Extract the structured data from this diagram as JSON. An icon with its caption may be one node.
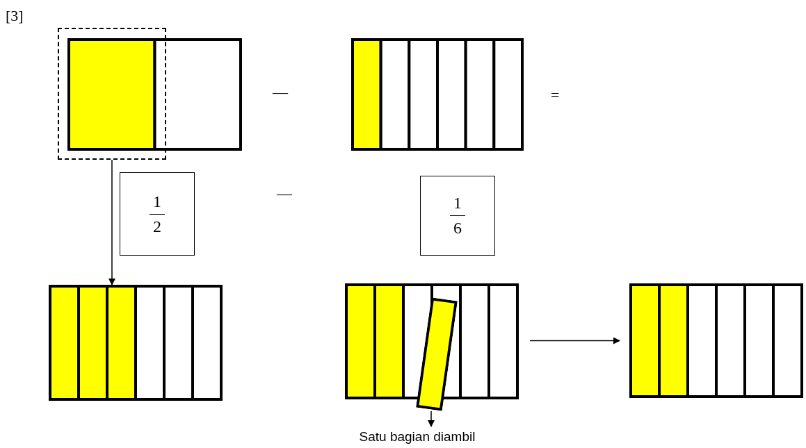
{
  "diagram": {
    "nodes": [
      {
        "text": [],
        "shape": "box"
      },
      {
        "text": [],
        "shape": "bar"
      },
      {
        "text": [
          "1",
          "2"
        ]
      },
      {
        "text": [
          "1",
          "6"
        ]
      },
      {
        "text": [],
        "shape": "bar"
      },
      {
        "text": [],
        "shape": "bar"
      },
      {
        "text": [],
        "shape": "bar"
      },
      {
        "text": [
          "Satu bagian diambil"
        ]
      }
    ],
    "edges": [
      {
        "from": 0,
        "to": 1,
        "arrow": "to"
      },
      {
        "from": 4,
        "to": 6,
        "arrow": "to"
      },
      {
        "from": 5,
        "to": 7,
        "arrow": "to"
      }
    ],
    "labels": [
      "[3]",
      "—",
      "=",
      "—"
    ]
  }
}
